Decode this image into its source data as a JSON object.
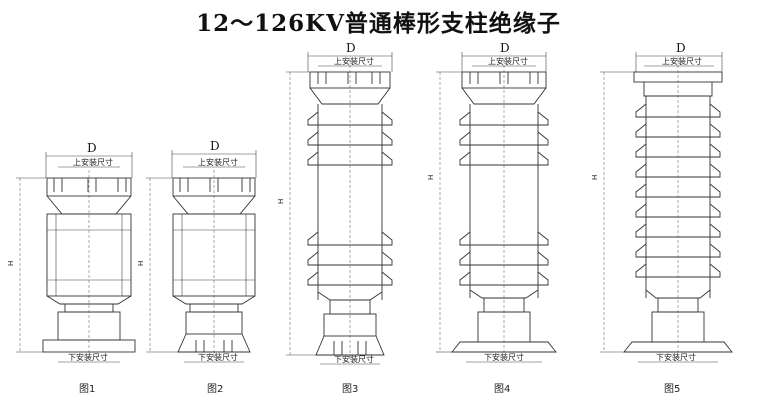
{
  "title": "12～126KV普通棒形支柱绝缘子",
  "dim_labels": {
    "diameter": "D",
    "top_mount": "上安装尺寸",
    "bottom_mount": "下安装尺寸",
    "height": "H"
  },
  "figures": [
    "图1",
    "图2",
    "图3",
    "图4",
    "图5"
  ]
}
